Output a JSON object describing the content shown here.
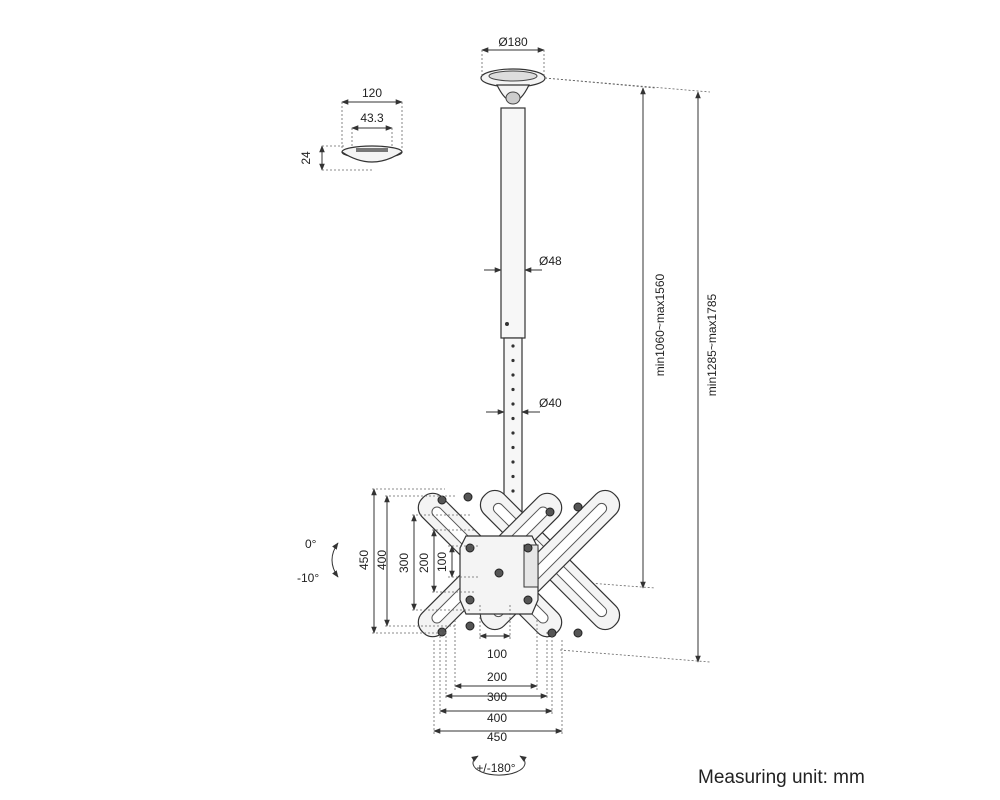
{
  "dimensions": {
    "ceiling_plate_diameter": "Ø180",
    "base_width": "120",
    "base_inner": "43.3",
    "base_height": "24",
    "upper_tube_diameter": "Ø48",
    "lower_tube_diameter": "Ø40",
    "height_min_max_1": "min1060~max1560",
    "height_min_max_2": "min1285~max1785",
    "vesa_vertical": [
      "450",
      "400",
      "300",
      "200",
      "100"
    ],
    "vesa_horizontal": [
      "100",
      "200",
      "300",
      "400",
      "450"
    ]
  },
  "tilt": {
    "top": "0°",
    "bottom": "-10°"
  },
  "rotation": "+/-180°",
  "footer": {
    "measuring_unit": "Measuring unit: mm"
  }
}
